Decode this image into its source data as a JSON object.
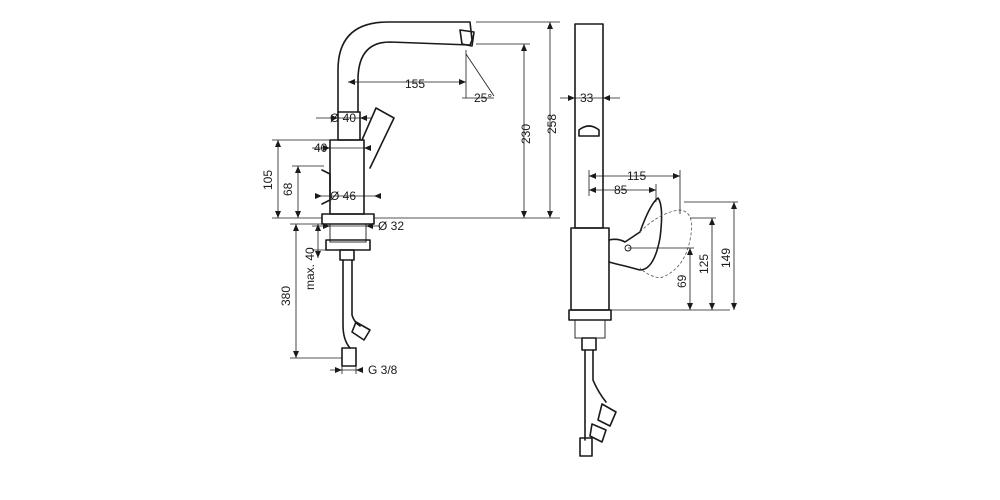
{
  "front_view": {
    "reach": "155",
    "spout_angle": "25°",
    "total_height": "258",
    "spout_height": "230",
    "handle_dia": "Ø 40",
    "body_width": "40",
    "base_dia": "Ø 46",
    "body_height": "105",
    "handle_height": "68",
    "shank_dia": "Ø 32",
    "max_thickness": "max. 40",
    "hose_length": "380",
    "connection_thread": "G 3/8"
  },
  "side_view": {
    "spout_depth": "33",
    "lever_reach_max": "115",
    "lever_reach": "85",
    "lever_height_low": "69",
    "lever_height_mid": "125",
    "lever_height_max": "149"
  }
}
